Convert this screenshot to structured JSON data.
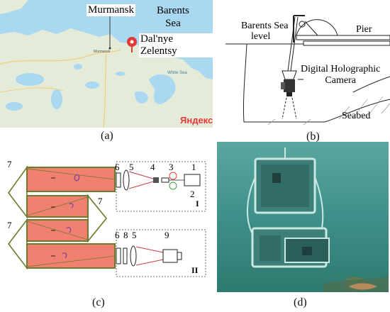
{
  "panel_a": {
    "caption": "(a)",
    "labels": {
      "murmansk": "Murmansk",
      "barents_line1": "Barents",
      "barents_line2": "Sea",
      "dalnye": "Dal'nye Zelentsy",
      "white_sea": "White Sea",
      "town_small": "Murmansk"
    },
    "logo": "Яндекс",
    "colors": {
      "sea": "#a9d8f0",
      "land": "#e4ecd9",
      "pin": "#e53935"
    }
  },
  "panel_b": {
    "caption": "(b)",
    "labels": {
      "barents_line1": "Barents Sea",
      "barents_line2": "level",
      "pier": "Pier",
      "camera_line1": "Digital Holographic",
      "camera_line2": "Camera",
      "seabed": "Seabed"
    }
  },
  "panel_c": {
    "caption": "(c)",
    "numbers": {
      "n1": "1",
      "n2": "2",
      "n3": "3",
      "n4": "4",
      "n5": "5",
      "n6": "6",
      "n7": "7",
      "n8": "8",
      "n9": "9"
    },
    "units": {
      "u1": "I",
      "u2": "II"
    },
    "colors": {
      "chamber": "#f08070",
      "frame": "#6b7d2c",
      "beam": "#c84040"
    }
  },
  "panel_d": {
    "caption": "(d)",
    "colors": {
      "water": "#3f8f8a"
    }
  }
}
